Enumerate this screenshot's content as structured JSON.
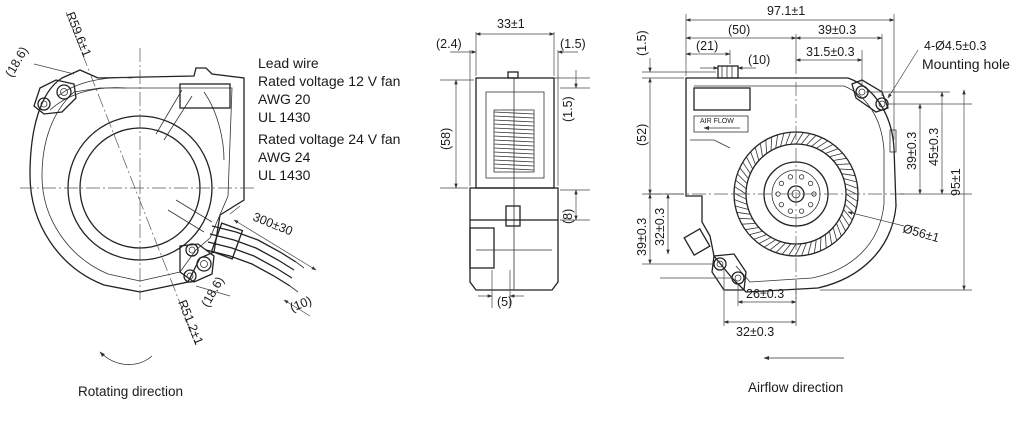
{
  "left_view": {
    "r_outer": "R59.6±1",
    "r_inner": "R51.2±1",
    "ang_top": "(18.6)",
    "ang_bottom": "(18.6)",
    "lead_len": "300±30",
    "lead_end": "(10)",
    "notes": [
      "Lead wire",
      "Rated voltage 12 V fan",
      "AWG 20",
      "UL 1430",
      "Rated voltage 24 V fan",
      "AWG 24",
      "UL 1430"
    ],
    "caption": "Rotating direction"
  },
  "side_view": {
    "width": "33±1",
    "left_gap": "(2.4)",
    "right_gap": "(1.5)",
    "top_offset": "(1.5)",
    "height": "(58)",
    "lower": "(8)",
    "bottom": "(5)"
  },
  "front_view": {
    "overall_width": "97.1±1",
    "dim_50": "(50)",
    "dim_39_top": "39±0.3",
    "dim_21": "(21)",
    "dim_31_5": "31.5±0.3",
    "dim_10": "(10)",
    "top_offset": "(1.5)",
    "height_52": "(52)",
    "hole_callout": "4-Ø4.5±0.3",
    "hole_label": "Mounting hole",
    "dim_39_right": "39±0.3",
    "dim_45": "45±0.3",
    "dim_95": "95±1",
    "dim_39_left": "39±0.3",
    "dim_32_left": "32±0.3",
    "dim_26": "26±0.3",
    "dim_32_bottom": "32±0.3",
    "impeller_dia": "Ø56±1",
    "label_text": "AIR FLOW",
    "caption": "Airflow direction"
  }
}
